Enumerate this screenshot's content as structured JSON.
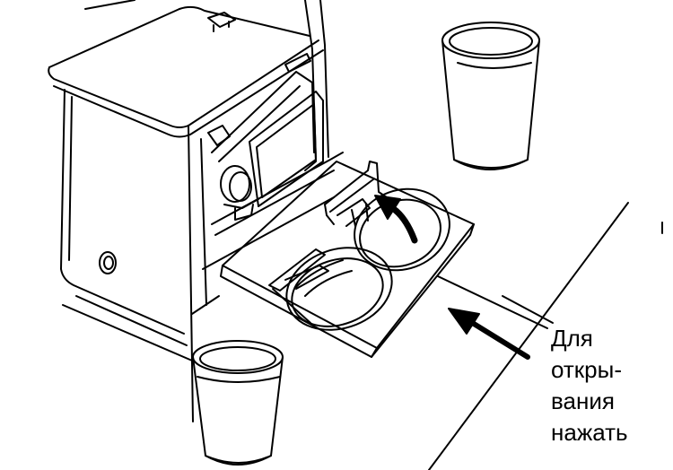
{
  "caption": {
    "lines": [
      "Для",
      "откры-",
      "вания",
      "нажать"
    ]
  },
  "colors": {
    "ink": "#000000",
    "paper": "#ffffff"
  },
  "icons": {
    "console": "console-drawing",
    "cup_holder": "cup-holder-tray",
    "push_arrow": "push-arrow-icon",
    "swing_arrow": "swing-arrow-icon",
    "cups": "cup-drawing"
  }
}
